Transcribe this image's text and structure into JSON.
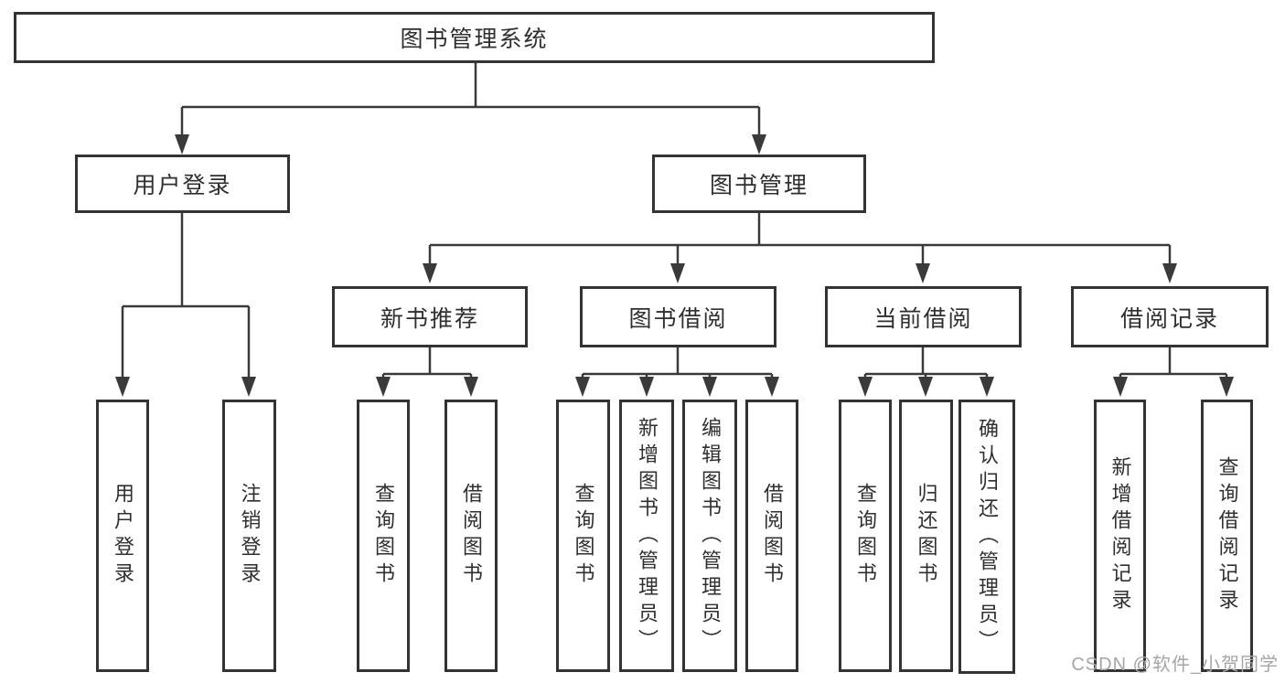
{
  "diagram": {
    "title": "图书管理系统",
    "root": {
      "label": "图书管理系统"
    },
    "branches": [
      {
        "label": "用户登录",
        "children": [
          {
            "label": "用户登录"
          },
          {
            "label": "注销登录"
          }
        ]
      },
      {
        "label": "图书管理",
        "children": [
          {
            "label": "新书推荐",
            "children": [
              {
                "label": "查询图书"
              },
              {
                "label": "借阅图书"
              }
            ]
          },
          {
            "label": "图书借阅",
            "children": [
              {
                "label": "查询图书"
              },
              {
                "label": "新增图书（管理员）"
              },
              {
                "label": "编辑图书（管理员）"
              },
              {
                "label": "借阅图书"
              }
            ]
          },
          {
            "label": "当前借阅",
            "children": [
              {
                "label": "查询图书"
              },
              {
                "label": "归还图书"
              },
              {
                "label": "确认归还（管理员）"
              }
            ]
          },
          {
            "label": "借阅记录",
            "children": [
              {
                "label": "新增借阅记录"
              },
              {
                "label": "查询借阅记录"
              }
            ]
          }
        ]
      }
    ],
    "watermark": "CSDN @软件_小贺同学",
    "colors": {
      "line": "#3a3a3a",
      "border": "#333333",
      "text": "#2f2f2f",
      "watermark": "#a6a6a6",
      "background": "#ffffff"
    }
  }
}
